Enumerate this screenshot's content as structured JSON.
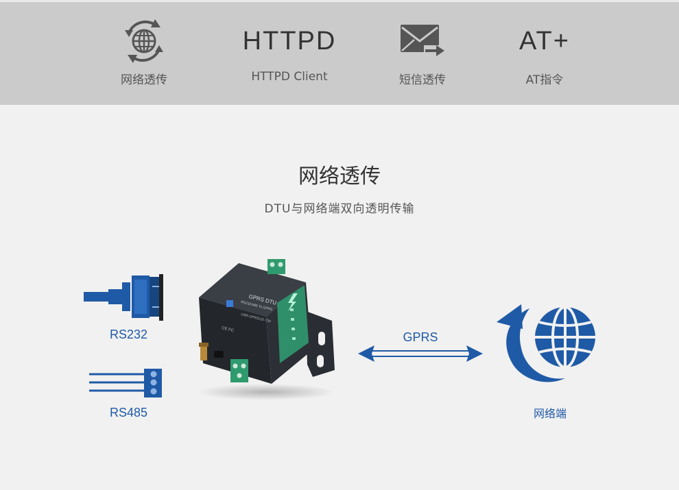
{
  "features": [
    {
      "icon": "globe-refresh-icon",
      "label": "网络透传"
    },
    {
      "icon": "httpd-wordmark",
      "word": "HTTPD",
      "label": "HTTPD Client"
    },
    {
      "icon": "envelope-arrow-icon",
      "label": "短信透传"
    },
    {
      "icon": "at-plus-wordmark",
      "word": "AT+",
      "label": "AT指令"
    }
  ],
  "section": {
    "title": "网络透传",
    "subtitle": "DTU与网络端双向透明传输"
  },
  "diagram": {
    "rs232_label": "RS232",
    "rs485_label": "RS485",
    "link_label": "GPRS",
    "network_label": "网络端",
    "device": {
      "title": "GPRS DTU",
      "subtitle": "RS232/485 To GPRS",
      "model": "USR-GPRS232-730",
      "marks": "CE FC"
    }
  },
  "colors": {
    "accent_blue": "#1f5aa6",
    "device_green": "#2f8f6a",
    "device_body": "#2c2f35"
  }
}
